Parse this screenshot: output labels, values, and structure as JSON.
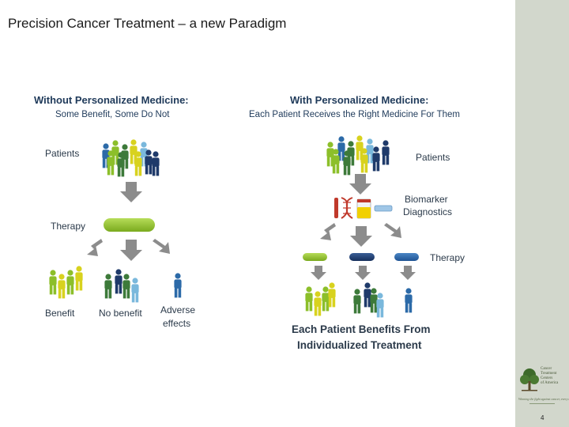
{
  "slide": {
    "title": "Precision Cancer Treatment – a new Paradigm",
    "page_number": "4"
  },
  "left_panel": {
    "heading": "Without Personalized Medicine:",
    "subheading": "Some Benefit, Some Do Not",
    "patients_label": "Patients",
    "therapy_label": "Therapy",
    "outcomes": {
      "benefit": "Benefit",
      "no_benefit": "No benefit",
      "adverse_line1": "Adverse",
      "adverse_line2": "effects"
    }
  },
  "right_panel": {
    "heading": "With Personalized Medicine:",
    "subheading": "Each Patient Receives the Right Medicine For Them",
    "patients_label": "Patients",
    "biomarker_line1": "Biomarker",
    "biomarker_line2": "Diagnostics",
    "therapy_label": "Therapy",
    "result_line1": "Each Patient Benefits From",
    "result_line2": "Individualized Treatment"
  },
  "logo": {
    "lines": [
      "Cancer",
      "Treatment",
      "Centers",
      "of America"
    ],
    "tagline": "Winning the fight against cancer, every day."
  },
  "colors": {
    "green": "#8cbf2a",
    "dark_green": "#3d7a3a",
    "blue": "#2c6aa8",
    "navy": "#1f3a6a",
    "light_blue": "#7ab8dc",
    "yellow": "#d8d21e",
    "arrow_gray": "#8c8c8c"
  }
}
